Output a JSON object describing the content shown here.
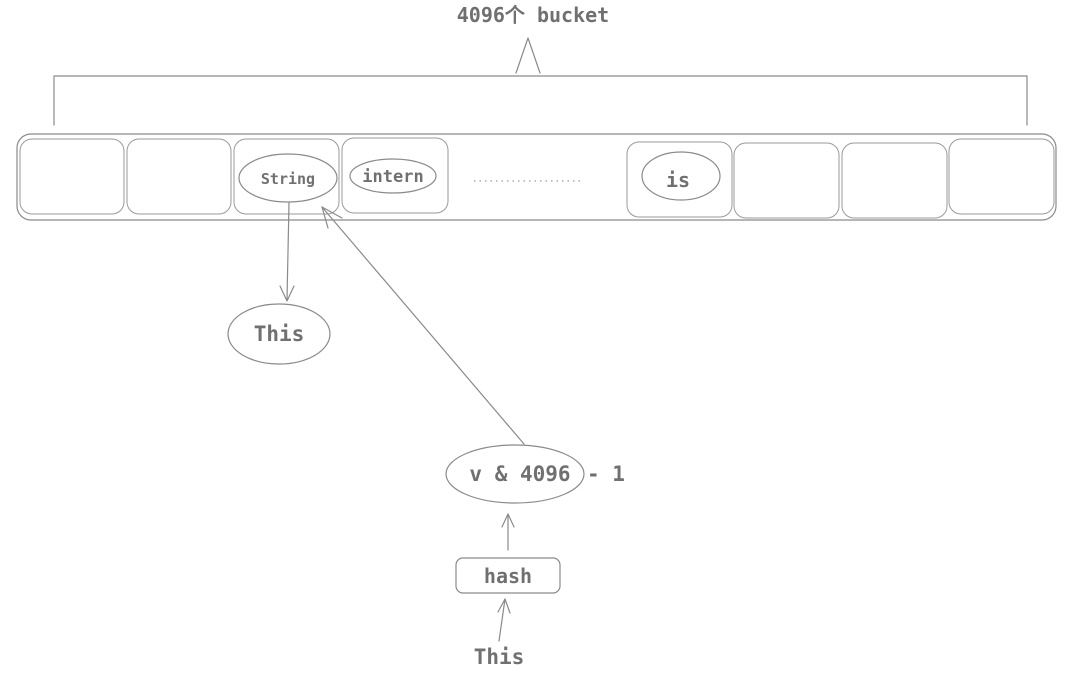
{
  "title": "4096个 bucket",
  "buckets": {
    "items": [
      "",
      "",
      "String",
      "intern",
      "",
      "is",
      "",
      "",
      ""
    ],
    "ellipsis": "..............."
  },
  "chain_node": "This",
  "index_expr": {
    "main": "v & 4096",
    "suffix": "- 1"
  },
  "hash_box": "hash",
  "input_label": "This",
  "colors": {
    "stroke": "#8a8a8a",
    "text": "#707070"
  }
}
